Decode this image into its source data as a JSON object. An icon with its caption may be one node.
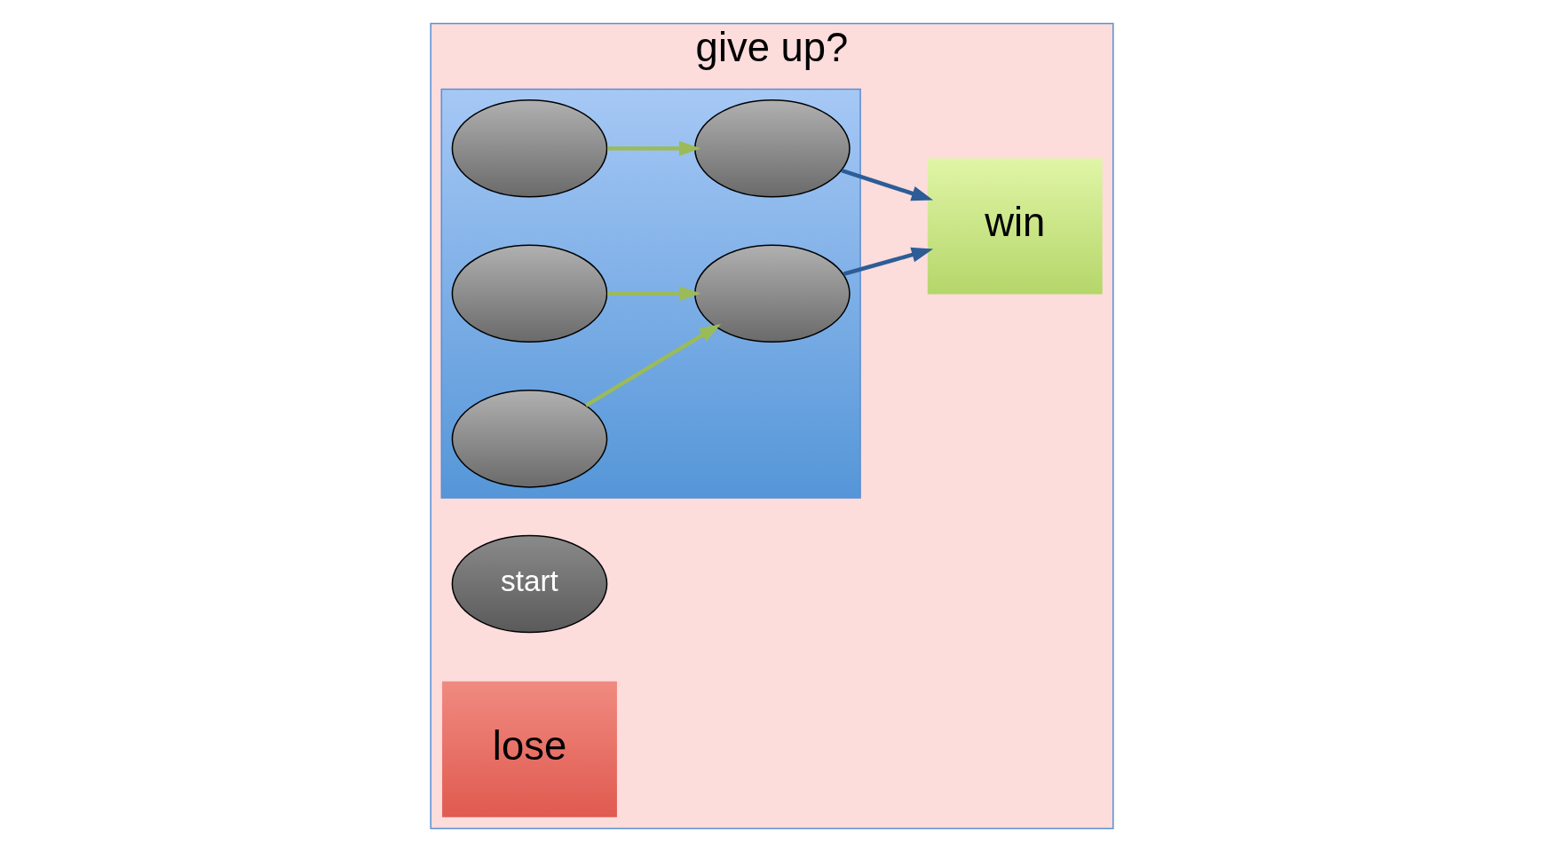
{
  "diagram": {
    "nodes": [
      {
        "text": [
          "give up?"
        ]
      },
      {
        "text": [
          "start"
        ],
        "in": 0
      },
      {
        "text": [],
        "shape": "box",
        "in": 0
      },
      {
        "text": [],
        "shape": "ellipse",
        "in": 2
      },
      {
        "text": [],
        "shape": "ellipse",
        "in": 2
      },
      {
        "text": [],
        "shape": "ellipse",
        "in": 2
      },
      {
        "text": [],
        "shape": "ellipse",
        "in": 2
      },
      {
        "text": [],
        "shape": "ellipse",
        "in": 2
      },
      {
        "text": [
          "lose"
        ],
        "in": 0
      },
      {
        "text": [
          "win"
        ],
        "in": 0
      }
    ],
    "edges": [
      {
        "from": 3,
        "to": 4,
        "arrow": "to"
      },
      {
        "from": 4,
        "to": 9,
        "arrow": "to",
        "color": "#2c5d96"
      },
      {
        "from": 5,
        "to": 6,
        "arrow": "to"
      },
      {
        "from": 7,
        "to": 6,
        "arrow": "to"
      },
      {
        "from": 6,
        "to": 9,
        "arrow": "to",
        "color": "#2c5d96"
      }
    ]
  }
}
